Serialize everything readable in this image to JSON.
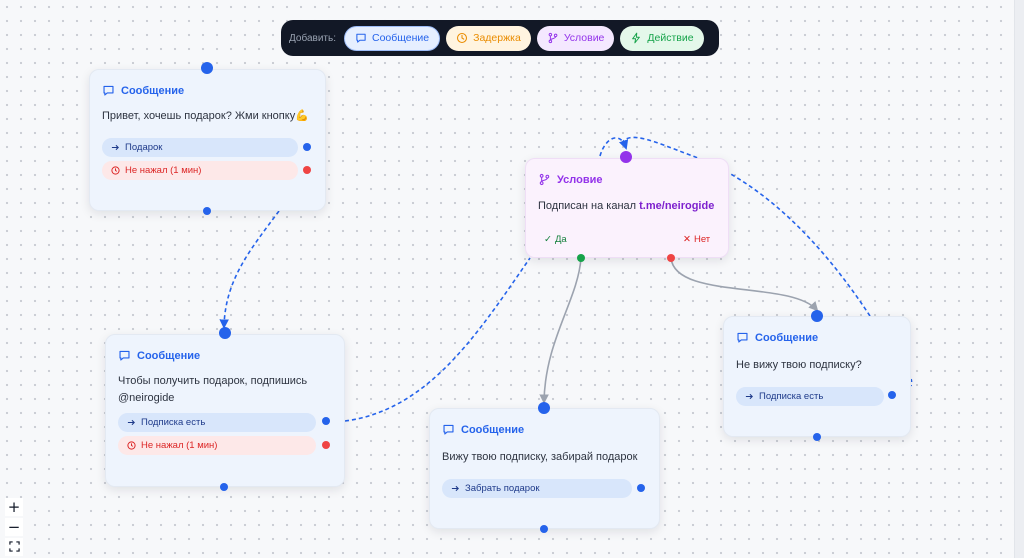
{
  "toolbar": {
    "label": "Добавить:",
    "buttons": [
      {
        "label": "Сообщение",
        "icon": "message-icon"
      },
      {
        "label": "Задержка",
        "icon": "clock-icon"
      },
      {
        "label": "Условие",
        "icon": "branch-icon"
      },
      {
        "label": "Действие",
        "icon": "lightning-icon"
      }
    ]
  },
  "nodes": {
    "msg1": {
      "type": "Сообщение",
      "text": "Привет, хочешь подарок? Жми кнопку💪",
      "button": "Подарок",
      "timeout": "Не нажал (1 мин)"
    },
    "cond": {
      "type": "Условие",
      "text": "Подписан на канал ",
      "channel": "t.me/neirogide",
      "yes": "Да",
      "no": "Нет"
    },
    "msg2": {
      "type": "Сообщение",
      "text_line1": "Чтобы получить подарок, подпишись",
      "text_line2": "@neirogide",
      "button": "Подписка есть",
      "timeout": "Не нажал (1 мин)"
    },
    "msg3": {
      "type": "Сообщение",
      "text": "Вижу твою подписку, забирай подарок",
      "button": "Забрать подарок"
    },
    "msg4": {
      "type": "Сообщение",
      "text": "Не вижу твою подписку?",
      "button": "Подписка есть"
    }
  },
  "zoom": {
    "in": "+",
    "out": "−"
  },
  "colors": {
    "message": "#2563eb",
    "delay": "#ea8c00",
    "condition": "#9333ea",
    "action": "#16a34a",
    "timeout": "#dc2626",
    "edge_default": "#9ca3af"
  }
}
